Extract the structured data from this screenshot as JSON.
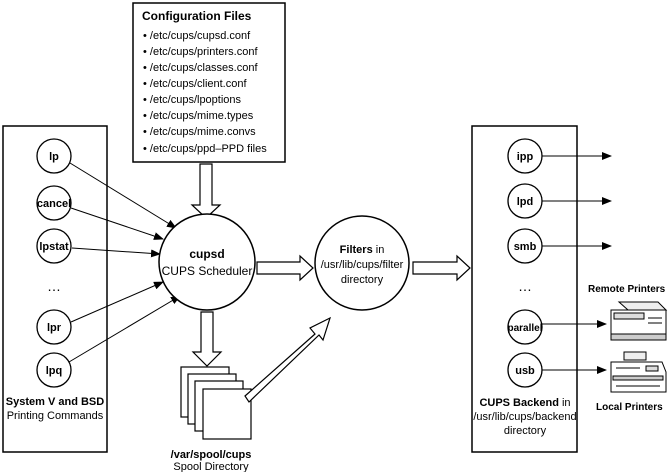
{
  "config": {
    "title": "Configuration Files",
    "files": [
      "/etc/cups/cupsd.conf",
      "/etc/cups/printers.conf",
      "/etc/cups/classes.conf",
      "/etc/cups/client.conf",
      "/etc/cups/lpoptions",
      "/etc/cups/mime.types",
      "/etc/cups/mime.convs",
      "/etc/cups/ppd–PPD files"
    ]
  },
  "commands": {
    "items": [
      "lp",
      "cancel",
      "lpstat",
      "lpr",
      "lpq"
    ],
    "ellipsis": "…",
    "caption_bold": "System V and BSD",
    "caption": "Printing Commands"
  },
  "scheduler": {
    "name": "cupsd",
    "label": "CUPS Scheduler"
  },
  "filters": {
    "title_bold": "Filters",
    "title_rest": " in",
    "path": "/usr/lib/cups/filter",
    "label": "directory"
  },
  "spool": {
    "path": "/var/spool/cups",
    "label": "Spool Directory"
  },
  "backends": {
    "items": [
      "ipp",
      "lpd",
      "smb",
      "parallel",
      "usb"
    ],
    "ellipsis": "…",
    "caption_bold": "CUPS Backend",
    "caption_rest": " in",
    "path": "/usr/lib/cups/backend",
    "label": "directory"
  },
  "printers": {
    "remote": "Remote Printers",
    "local": "Local Printers"
  }
}
